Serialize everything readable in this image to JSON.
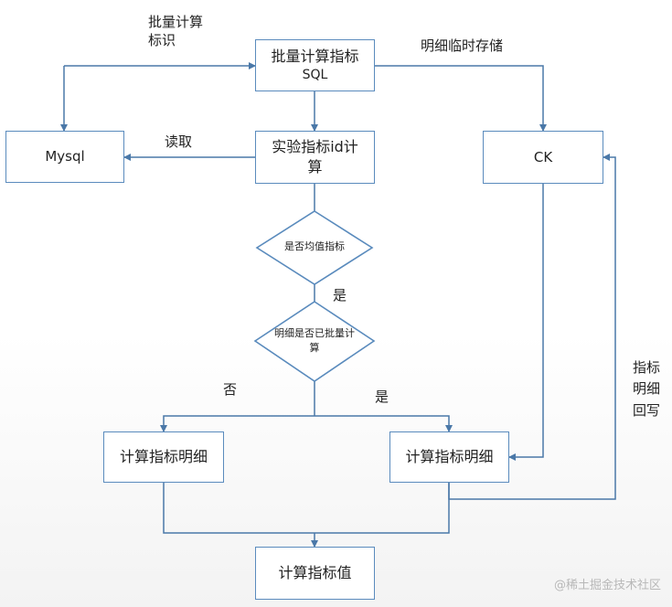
{
  "nodes": {
    "batch_sql": [
      "批量计算指标",
      "SQL"
    ],
    "mysql": "Mysql",
    "calc_by_id": [
      "实验指标id计",
      "算"
    ],
    "ck": "CK",
    "is_avg": "是否均值指标",
    "detail_calced": [
      "明细是否已批量计",
      "算"
    ],
    "calc_detail_left": "计算指标明细",
    "calc_detail_right": "计算指标明细",
    "calc_value": "计算指标值"
  },
  "labels": {
    "batch_mark": [
      "批量计算",
      "标识"
    ],
    "detail_temp_store": "明细临时存储",
    "read": "读取",
    "yes_1": "是",
    "no": "否",
    "yes_2": "是",
    "detail_writeback": [
      "指标",
      "明细",
      "回写"
    ]
  },
  "watermark": "@稀土掘金技术社区",
  "colors": {
    "line": "#4a78a8",
    "box_border": "#5a8bbd",
    "text": "#222222",
    "watermark": "#b8b8b8"
  }
}
